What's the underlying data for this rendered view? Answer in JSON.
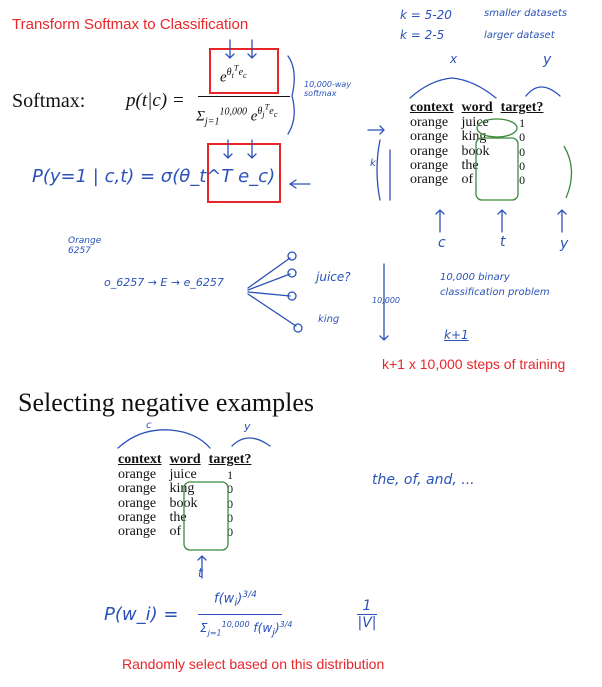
{
  "slide1": {
    "title": "Transform Softmax to Classification",
    "softmax_label": "Softmax:",
    "formula_lhs": "p(t|c) =",
    "numerator": "e^{θ_t^T e_c}",
    "denominator": "Σ_{j=1}^{10,000} e^{θ_j^T e_c}",
    "sigmoid_formula": "P(y=1 | c,t) = σ(θ_t^T e_c)",
    "table": {
      "headers": [
        "context",
        "word",
        "target?"
      ],
      "rows": [
        [
          "orange",
          "juice",
          "1"
        ],
        [
          "orange",
          "king",
          "0"
        ],
        [
          "orange",
          "book",
          "0"
        ],
        [
          "orange",
          "the",
          "0"
        ],
        [
          "orange",
          "of",
          "0"
        ]
      ]
    },
    "notes": {
      "k_small": "k = 5-20",
      "k_large": "k = 2-5",
      "smaller_datasets": "smaller datasets",
      "larger_dataset": "larger dataset",
      "x_label": "x",
      "y_label": "y",
      "c_label": "c",
      "t_label": "t",
      "y_bottom": "y",
      "k_side": "k",
      "ten_k_way": "10,000-way softmax",
      "orange_note": "Orange 6257",
      "embedding_chain": "o_6257 → E → e_6257",
      "juice_q": "juice?",
      "king": "king",
      "ten_thousand": "10,000",
      "binary_note": "10,000 binary classification problem",
      "k_plus_1": "k+1"
    },
    "training_steps": "k+1 x 10,000 steps of training"
  },
  "slide2": {
    "title": "Selecting negative examples",
    "table": {
      "headers": [
        "context",
        "word",
        "target?"
      ],
      "rows": [
        [
          "orange",
          "juice",
          "1"
        ],
        [
          "orange",
          "king",
          "0"
        ],
        [
          "orange",
          "book",
          "0"
        ],
        [
          "orange",
          "the",
          "0"
        ],
        [
          "orange",
          "of",
          "0"
        ]
      ]
    },
    "notes": {
      "c_label": "c",
      "y_label": "y",
      "t_label": "t",
      "freq_words": "the, of, and, ...",
      "prob_formula_lhs": "P(w_i) =",
      "prob_numerator": "f(w_i)^{3/4}",
      "prob_denominator": "Σ_{j=1}^{10,000} f(w_j)^{3/4}",
      "uniform": "1/|V|"
    },
    "footer": "Randomly select based on this distribution"
  },
  "colors": {
    "red": "#e8262a",
    "blue": "#2a52b8",
    "green": "#3b8a3b"
  }
}
